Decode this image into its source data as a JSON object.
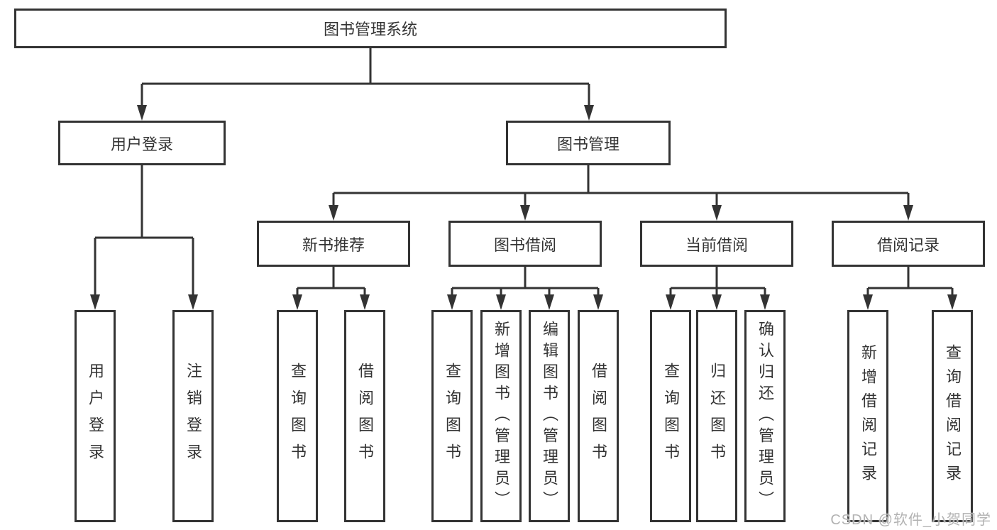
{
  "nodes": {
    "root": {
      "label": "图书管理系统"
    },
    "user_login": {
      "label": "用户登录"
    },
    "book_mgmt": {
      "label": "图书管理"
    },
    "new_book": {
      "label": "新书推荐"
    },
    "book_borrow": {
      "label": "图书借阅"
    },
    "current_borrow": {
      "label": "当前借阅"
    },
    "borrow_record": {
      "label": "借阅记录"
    },
    "leaf_user_login": {
      "label": "用户登录"
    },
    "leaf_logout": {
      "label": "注销登录"
    },
    "leaf_nb_query": {
      "label": "查询图书"
    },
    "leaf_nb_borrow": {
      "label": "借阅图书"
    },
    "leaf_bb_query": {
      "label": "查询图书"
    },
    "leaf_bb_add": {
      "label": "新增图书（管理员）"
    },
    "leaf_bb_edit": {
      "label": "编辑图书（管理员）"
    },
    "leaf_bb_borrow": {
      "label": "借阅图书"
    },
    "leaf_cb_query": {
      "label": "查询图书"
    },
    "leaf_cb_return": {
      "label": "归还图书"
    },
    "leaf_cb_confirm": {
      "label": "确认归还（管理员）"
    },
    "leaf_br_add": {
      "label": "新增借阅记录"
    },
    "leaf_br_query": {
      "label": "查询借阅记录"
    }
  },
  "watermark": "CSDN @软件_小贺同学",
  "colors": {
    "line": "#333333",
    "text": "#333333",
    "background": "#ffffff",
    "watermark": "#b2b2b2"
  }
}
